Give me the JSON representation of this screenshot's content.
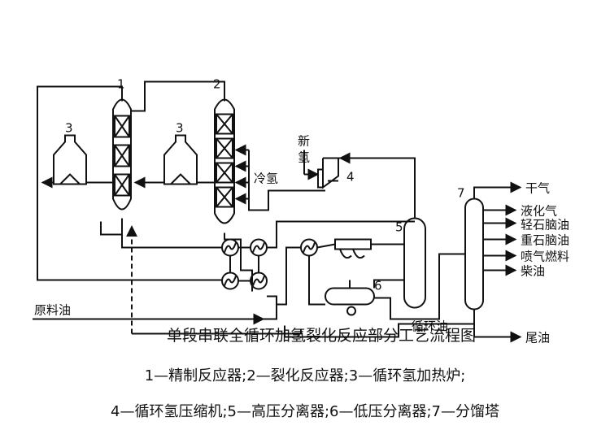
{
  "labels": {
    "n1": "1",
    "n2": "2",
    "n3a": "3",
    "n3b": "3",
    "n4": "4",
    "n5": "5",
    "n6": "6",
    "n7": "7"
  },
  "streams": {
    "cold_hydrogen": "冷氢",
    "new_hydrogen_1": "新",
    "new_hydrogen_2": "氢",
    "dry_gas": "干气",
    "lpg": "液化气",
    "light_naphtha": "轻石脑油",
    "heavy_naphtha": "重石脑油",
    "jet_fuel": "喷气燃料",
    "diesel": "柴油",
    "feed_oil": "原料油",
    "recycle_oil": "循环油",
    "tail_oil": "尾油"
  },
  "caption": {
    "title": "单段串联全循环加氢裂化反应部分工艺流程图",
    "legend_line1": "1—精制反应器;2—裂化反应器;3—循环氢加热炉;",
    "legend_line2": "4—循环氢压缩机;5—高压分离器;6—低压分离器;7—分馏塔"
  },
  "colors": {
    "line": "#111111",
    "background": "#ffffff"
  }
}
